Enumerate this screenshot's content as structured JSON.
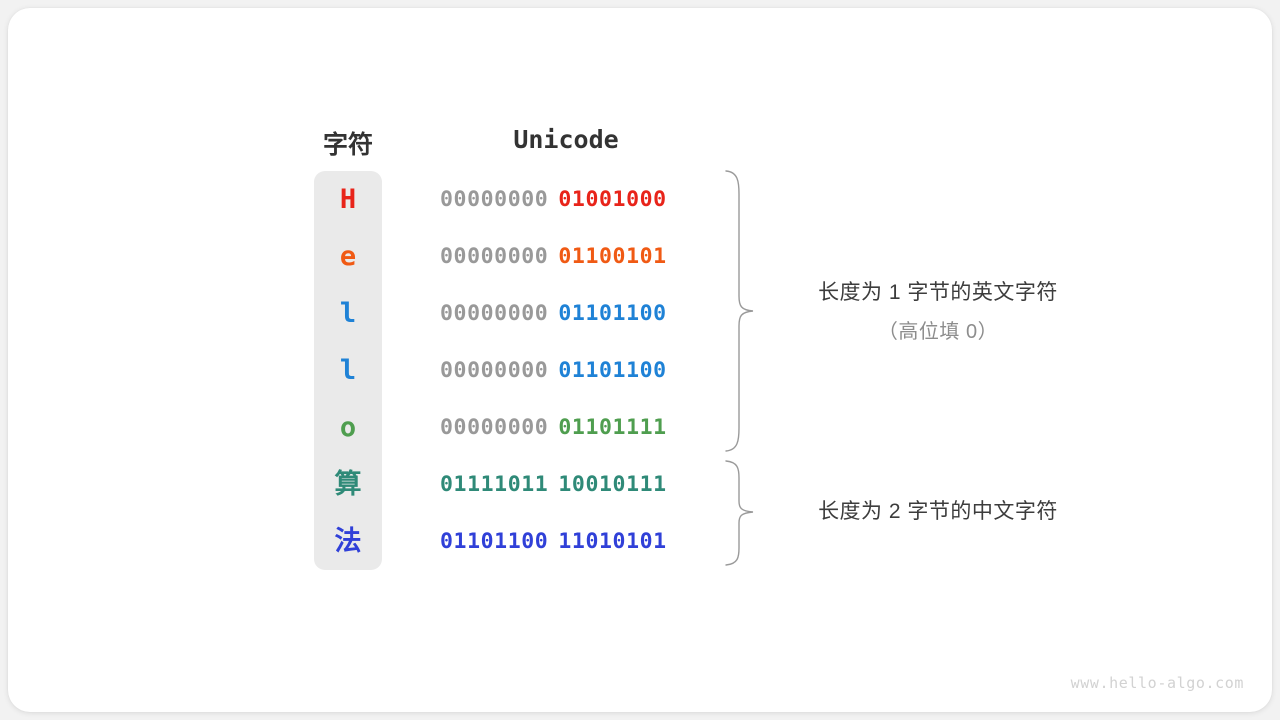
{
  "headers": {
    "character": "字符",
    "unicode": "Unicode"
  },
  "rows": [
    {
      "char": "H",
      "color": "#e8241a",
      "high": "00000000",
      "low": "01001000"
    },
    {
      "char": "e",
      "color": "#f05a14",
      "high": "00000000",
      "low": "01100101"
    },
    {
      "char": "l",
      "color": "#1f82d6",
      "high": "00000000",
      "low": "01101100"
    },
    {
      "char": "l",
      "color": "#1f82d6",
      "high": "00000000",
      "low": "01101100"
    },
    {
      "char": "o",
      "color": "#4f9e4f",
      "high": "00000000",
      "low": "01101111"
    },
    {
      "char": "算",
      "color": "#2f8a78",
      "high": "01111011",
      "low": "10010111"
    },
    {
      "char": "法",
      "color": "#3040d8",
      "high": "01101100",
      "low": "11010101"
    }
  ],
  "notes": [
    {
      "line1": "长度为 1 字节的英文字符",
      "line2": "（高位填 0）"
    },
    {
      "line1": "长度为 2 字节的中文字符",
      "line2": ""
    }
  ],
  "watermark": "www.hello-algo.com",
  "colors": {
    "card_background": "#ffffff",
    "page_background": "#f2f2f2",
    "char_strip": "#eaeaea",
    "high_byte": "#999999",
    "note_primary": "#3c3c3c",
    "note_secondary": "#8d8d8d",
    "brace": "#9a9a9a"
  }
}
